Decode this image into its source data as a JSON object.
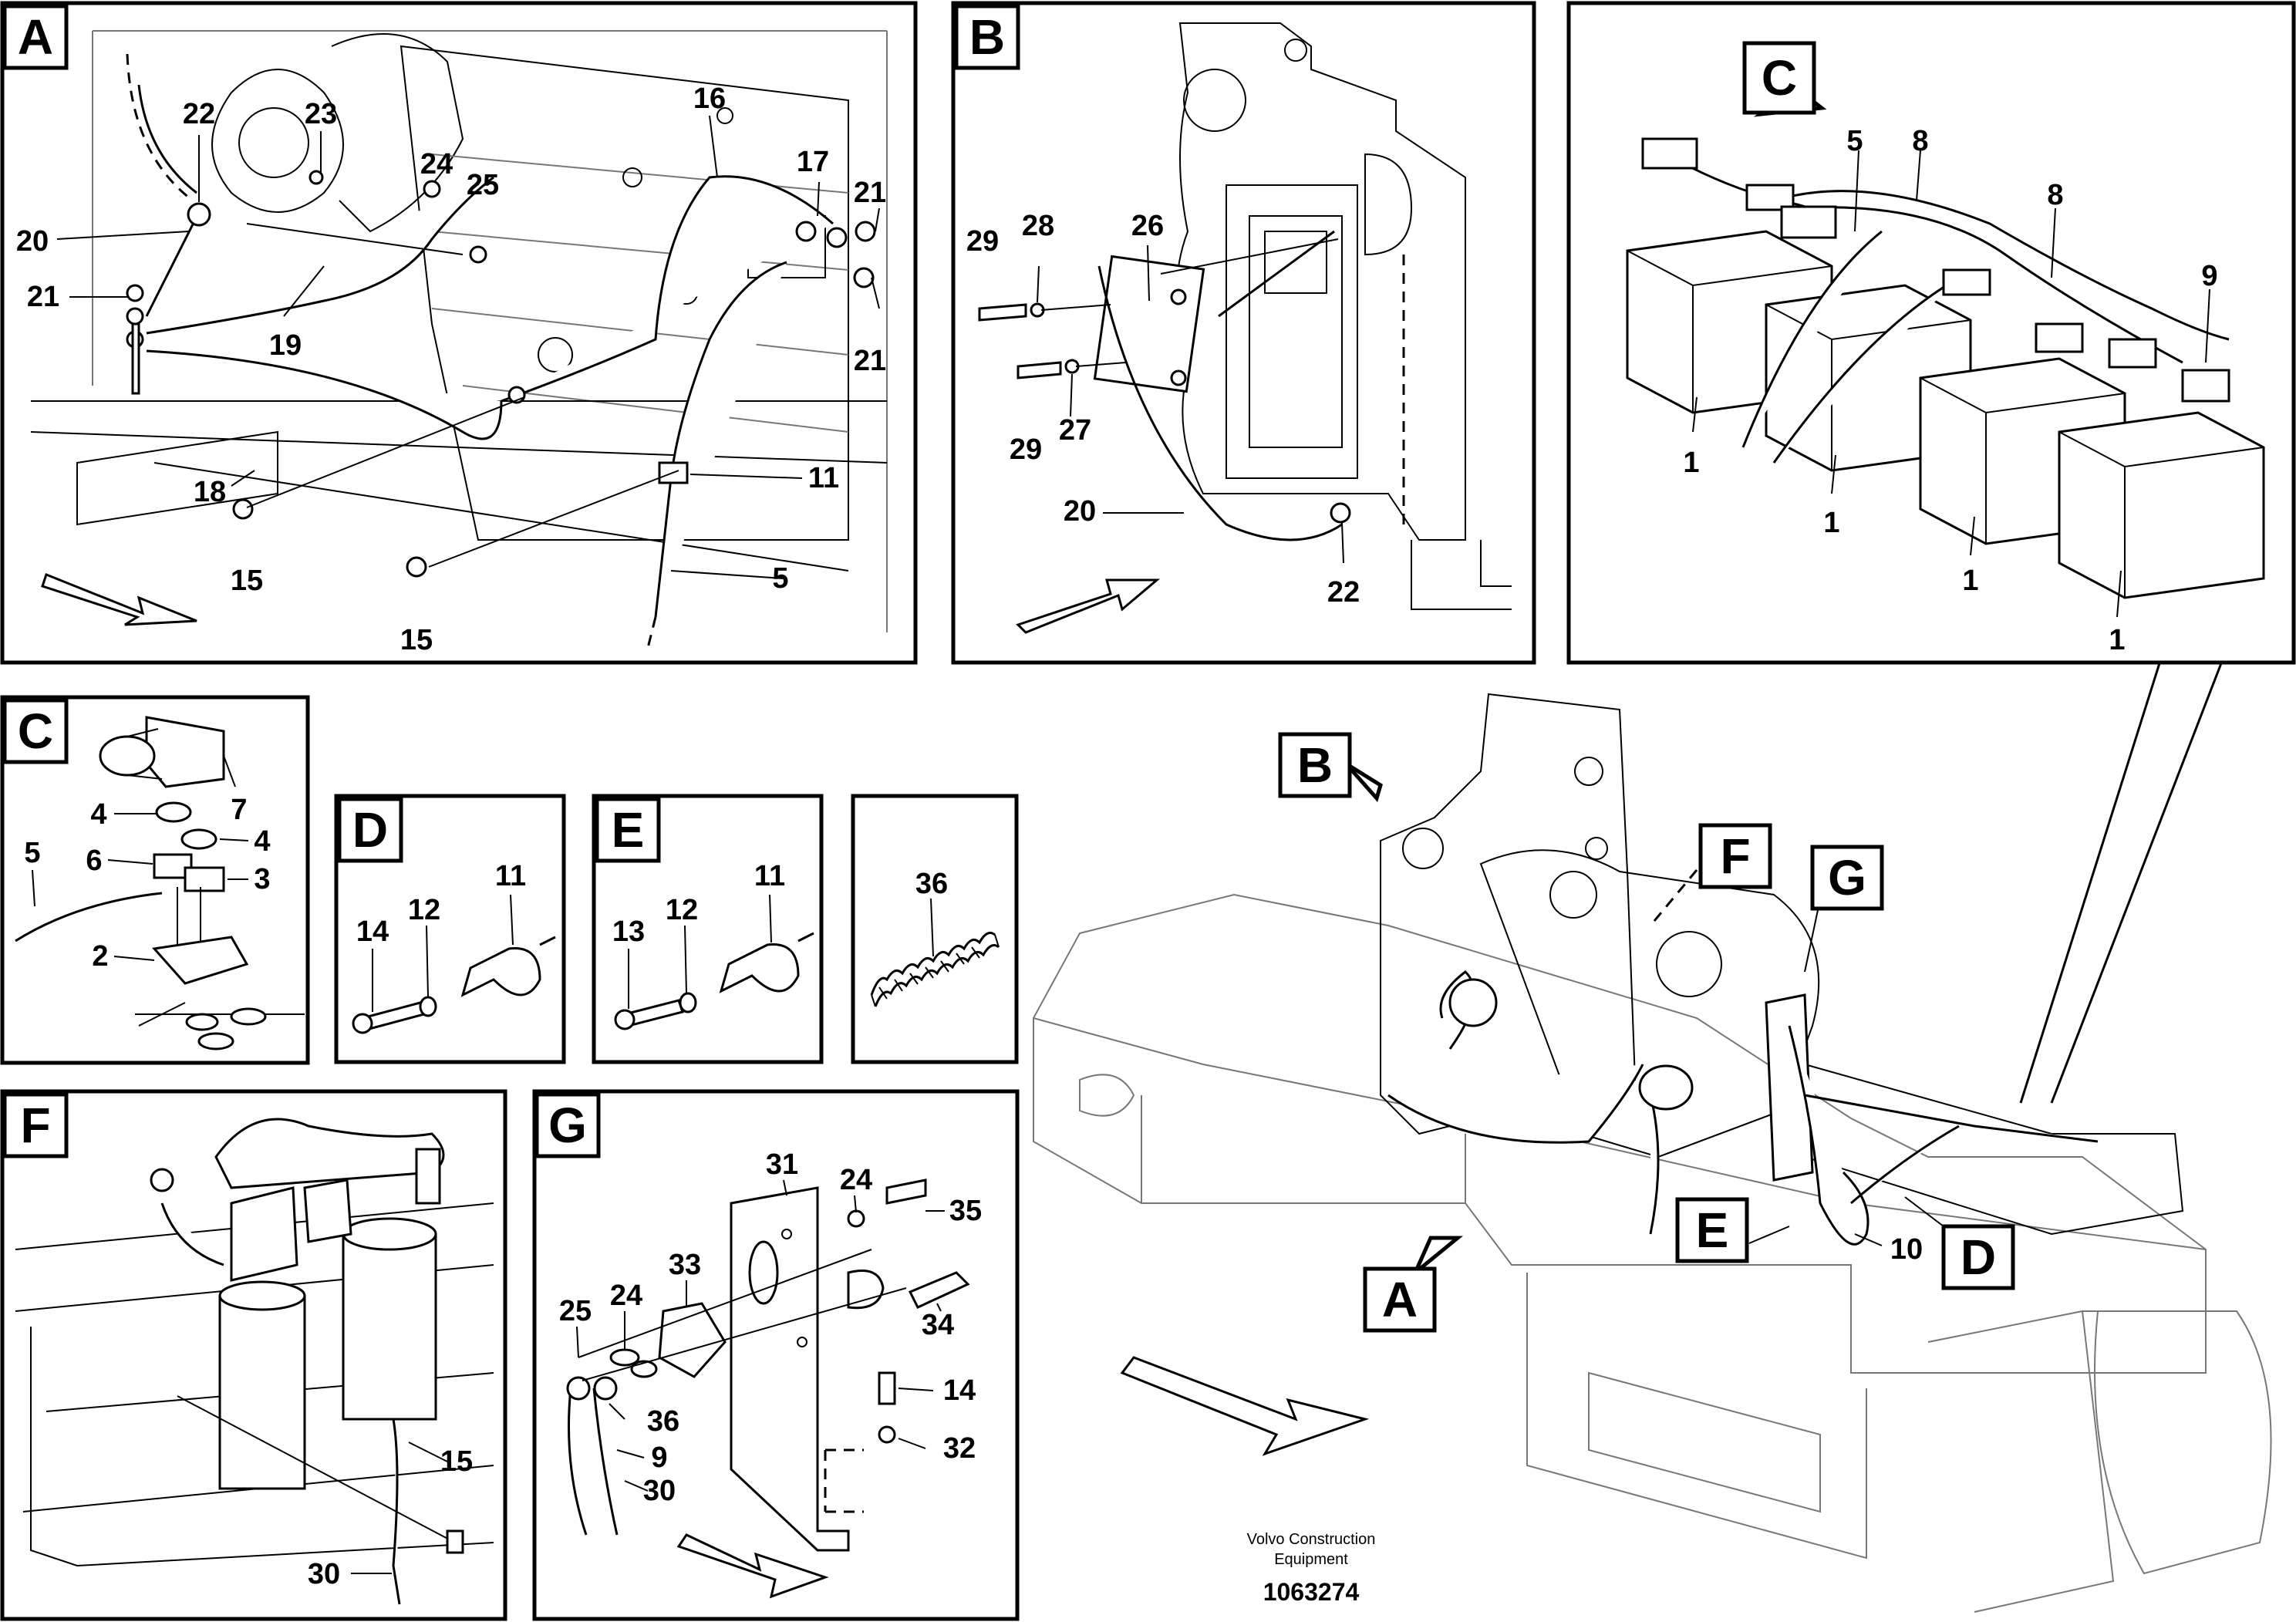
{
  "views": {
    "A": {
      "letter": "A",
      "parts": [
        {
          "n": "22"
        },
        {
          "n": "23"
        },
        {
          "n": "16"
        },
        {
          "n": "24"
        },
        {
          "n": "25"
        },
        {
          "n": "17"
        },
        {
          "n": "21"
        },
        {
          "n": "20"
        },
        {
          "n": "21"
        },
        {
          "n": "19"
        },
        {
          "n": "21"
        },
        {
          "n": "18"
        },
        {
          "n": "11"
        },
        {
          "n": "15"
        },
        {
          "n": "5"
        },
        {
          "n": "15"
        }
      ]
    },
    "B": {
      "letter": "B",
      "parts": [
        {
          "n": "28"
        },
        {
          "n": "26"
        },
        {
          "n": "29"
        },
        {
          "n": "29"
        },
        {
          "n": "27"
        },
        {
          "n": "20"
        },
        {
          "n": "22"
        }
      ]
    },
    "battery": {
      "tag": "C",
      "parts": [
        {
          "n": "5"
        },
        {
          "n": "8"
        },
        {
          "n": "8"
        },
        {
          "n": "9"
        },
        {
          "n": "1"
        },
        {
          "n": "1"
        },
        {
          "n": "1"
        },
        {
          "n": "1"
        }
      ]
    },
    "C": {
      "letter": "C",
      "parts": [
        {
          "n": "7"
        },
        {
          "n": "4"
        },
        {
          "n": "4"
        },
        {
          "n": "5"
        },
        {
          "n": "6"
        },
        {
          "n": "3"
        },
        {
          "n": "2"
        }
      ]
    },
    "D": {
      "letter": "D",
      "parts": [
        {
          "n": "11"
        },
        {
          "n": "14"
        },
        {
          "n": "12"
        }
      ]
    },
    "E": {
      "letter": "E",
      "parts": [
        {
          "n": "11"
        },
        {
          "n": "13"
        },
        {
          "n": "12"
        }
      ]
    },
    "spring": {
      "parts": [
        {
          "n": "36"
        }
      ]
    },
    "F": {
      "letter": "F",
      "parts": [
        {
          "n": "15"
        },
        {
          "n": "30"
        }
      ]
    },
    "G": {
      "letter": "G",
      "parts": [
        {
          "n": "31"
        },
        {
          "n": "24"
        },
        {
          "n": "35"
        },
        {
          "n": "33"
        },
        {
          "n": "25"
        },
        {
          "n": "24"
        },
        {
          "n": "34"
        },
        {
          "n": "36"
        },
        {
          "n": "14"
        },
        {
          "n": "9"
        },
        {
          "n": "32"
        },
        {
          "n": "30"
        }
      ]
    },
    "overview": {
      "tags": [
        "B",
        "F",
        "G",
        "E",
        "D",
        "A"
      ],
      "parts": [
        {
          "n": "10"
        }
      ]
    }
  },
  "footer": {
    "company_line1": "Volvo Construction",
    "company_line2": "Equipment",
    "drawing_number": "1063274"
  }
}
